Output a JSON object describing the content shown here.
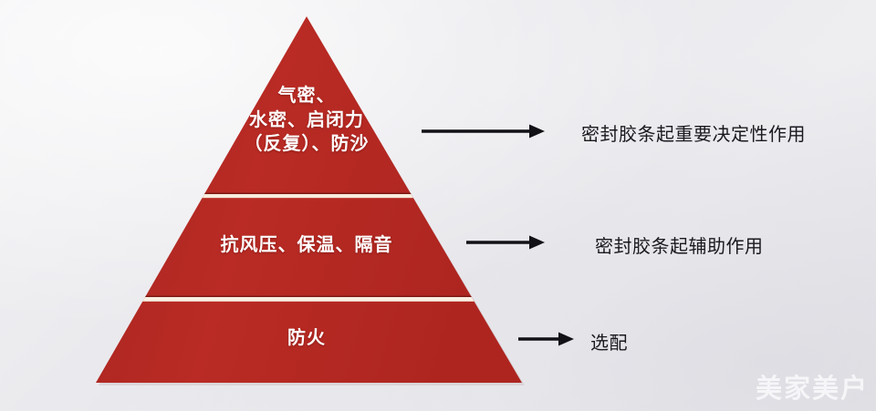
{
  "colors": {
    "pyramid_red": "#b52822",
    "pyramid_red_dark": "#a02420",
    "divider": "#f6ead9",
    "background": "#ececef",
    "arrow": "#111116",
    "tier_text": "#ffffff",
    "callout_text": "#1a1a1e"
  },
  "pyramid": {
    "tiers": [
      {
        "id": "top",
        "label": "气密、\n水密、启闭力\n（反复）、防沙",
        "rank": "1"
      },
      {
        "id": "middle",
        "label": "抗风压、保温、隔音",
        "rank": "2"
      },
      {
        "id": "bottom",
        "label": "防火",
        "rank": "3"
      }
    ]
  },
  "callouts": [
    {
      "id": "callout-1",
      "text": "密封胶条起重要决定性作用",
      "arrow": "arrow-right-icon"
    },
    {
      "id": "callout-2",
      "text": "密封胶条起辅助作用",
      "arrow": "arrow-right-icon"
    },
    {
      "id": "callout-3",
      "text": "选配",
      "arrow": "arrow-right-icon"
    }
  ],
  "watermark": {
    "text": "美家美户"
  }
}
